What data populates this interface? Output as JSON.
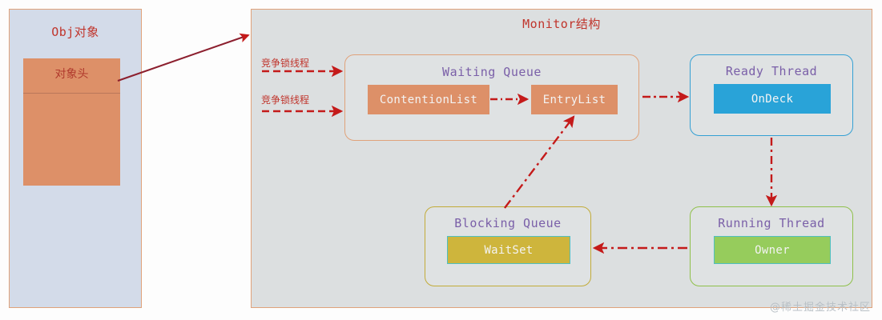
{
  "diagram": {
    "left_panel": {
      "title": "Obj对象",
      "header_block_label": "对象头"
    },
    "right_panel": {
      "title": "Monitor结构",
      "groups": [
        {
          "name": "waiting-queue",
          "title": "Waiting Queue",
          "items": [
            "ContentionList",
            "EntryList"
          ],
          "border_color": "#e0a27a",
          "item_color": "#dd9068"
        },
        {
          "name": "ready-thread",
          "title": "Ready Thread",
          "items": [
            "OnDeck"
          ],
          "border_color": "#34a0d4",
          "item_color": "#29a3d8"
        },
        {
          "name": "blocking-queue",
          "title": "Blocking Queue",
          "items": [
            "WaitSet"
          ],
          "border_color": "#c2ab38",
          "item_color": "#ceb53c"
        },
        {
          "name": "running-thread",
          "title": "Running Thread",
          "items": [
            "Owner"
          ],
          "border_color": "#8fc04a",
          "item_color": "#96cc5c"
        }
      ]
    },
    "flow_labels": [
      "竞争锁线程",
      "竞争锁线程"
    ],
    "arrows": [
      {
        "from": "对象头",
        "to": "Monitor结构",
        "style": "solid"
      },
      {
        "from": "竞争锁线程",
        "to": "Waiting Queue",
        "style": "dash-dot"
      },
      {
        "from": "竞争锁线程",
        "to": "Waiting Queue",
        "style": "dash-dot"
      },
      {
        "from": "ContentionList",
        "to": "EntryList",
        "style": "dash-dot"
      },
      {
        "from": "Waiting Queue",
        "to": "Ready Thread",
        "style": "dash-dot"
      },
      {
        "from": "Ready Thread",
        "to": "Running Thread",
        "style": "dash-dot"
      },
      {
        "from": "Running Thread",
        "to": "Blocking Queue",
        "style": "dash-dot"
      },
      {
        "from": "Blocking Queue",
        "to": "EntryList",
        "style": "dash-dot"
      }
    ],
    "accent_colors": {
      "title_red": "#c0342b",
      "group_title_purple": "#7a5fa8",
      "arrow_red": "#c41a1a",
      "panel_orange_border": "#e0a27a",
      "obj_panel_bg": "#d3dbe9",
      "monitor_panel_bg": "#dcdfe0"
    },
    "watermark": "@稀土掘金技术社区"
  }
}
